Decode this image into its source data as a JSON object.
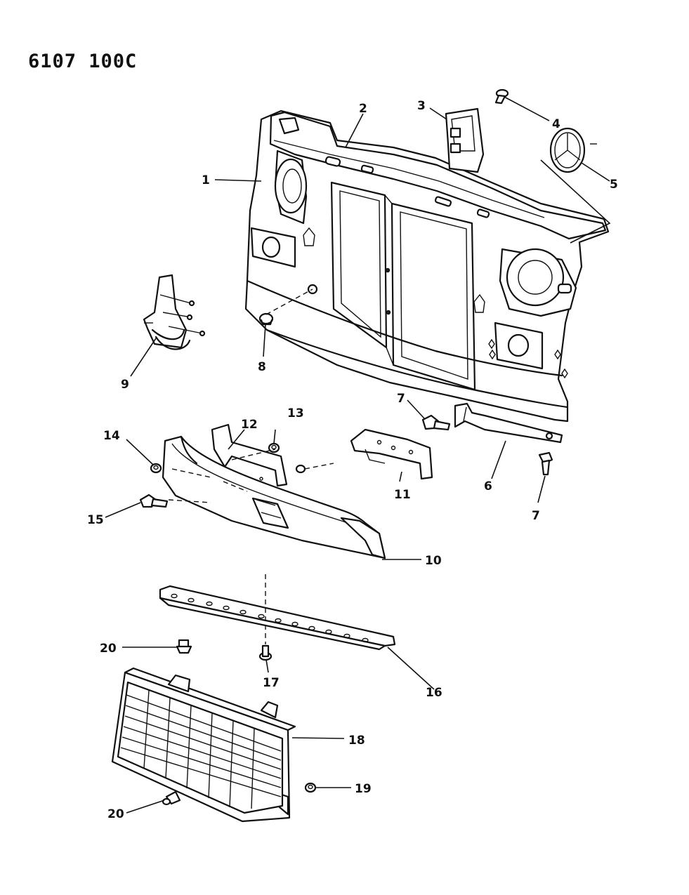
{
  "diagram_code": "6107 100C",
  "callouts": [
    {
      "id": "c1",
      "label": "1"
    },
    {
      "id": "c2",
      "label": "2"
    },
    {
      "id": "c3",
      "label": "3"
    },
    {
      "id": "c4",
      "label": "4"
    },
    {
      "id": "c5",
      "label": "5"
    },
    {
      "id": "c6",
      "label": "6"
    },
    {
      "id": "c7a",
      "label": "7"
    },
    {
      "id": "c7b",
      "label": "7"
    },
    {
      "id": "c8",
      "label": "8"
    },
    {
      "id": "c9",
      "label": "9"
    },
    {
      "id": "c10",
      "label": "10"
    },
    {
      "id": "c11",
      "label": "11"
    },
    {
      "id": "c12",
      "label": "12"
    },
    {
      "id": "c13",
      "label": "13"
    },
    {
      "id": "c14",
      "label": "14"
    },
    {
      "id": "c15",
      "label": "15"
    },
    {
      "id": "c16",
      "label": "16"
    },
    {
      "id": "c17",
      "label": "17"
    },
    {
      "id": "c18",
      "label": "18"
    },
    {
      "id": "c19",
      "label": "19"
    },
    {
      "id": "c20a",
      "label": "20"
    },
    {
      "id": "c20b",
      "label": "20"
    }
  ]
}
